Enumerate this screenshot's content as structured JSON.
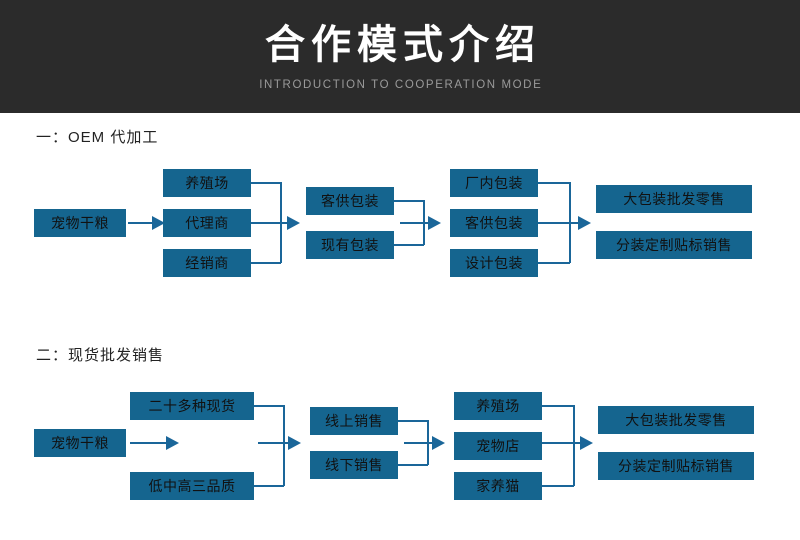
{
  "header": {
    "title": "合作模式介绍",
    "subtitle": "INTRODUCTION TO COOPERATION MODE",
    "bg_color": "#2b2b2b",
    "title_color": "#ffffff",
    "subtitle_color": "#9a9a9a"
  },
  "theme": {
    "node_fill": "#15658f",
    "connector_color": "#1a6699",
    "page_bg": "#ffffff",
    "heading_color": "#222222"
  },
  "sections": [
    {
      "heading": "一：OEM 代加工",
      "columns": [
        {
          "name": "source",
          "nodes": [
            "宠物干粮"
          ]
        },
        {
          "name": "channel",
          "nodes": [
            "养殖场",
            "代理商",
            "经销商"
          ]
        },
        {
          "name": "packaging-source",
          "nodes": [
            "客供包装",
            "现有包装"
          ]
        },
        {
          "name": "packaging-type",
          "nodes": [
            "厂内包装",
            "客供包装",
            "设计包装"
          ]
        },
        {
          "name": "sales",
          "nodes": [
            "大包装批发零售",
            "分装定制贴标销售"
          ]
        }
      ]
    },
    {
      "heading": "二：现货批发销售",
      "columns": [
        {
          "name": "source",
          "nodes": [
            "宠物干粮"
          ]
        },
        {
          "name": "stock",
          "nodes": [
            "二十多种现货",
            "低中高三品质"
          ]
        },
        {
          "name": "sales-channel",
          "nodes": [
            "线上销售",
            "线下销售"
          ]
        },
        {
          "name": "customer",
          "nodes": [
            "养殖场",
            "宠物店",
            "家养猫"
          ]
        },
        {
          "name": "sales",
          "nodes": [
            "大包装批发零售",
            "分装定制贴标销售"
          ]
        }
      ]
    }
  ]
}
